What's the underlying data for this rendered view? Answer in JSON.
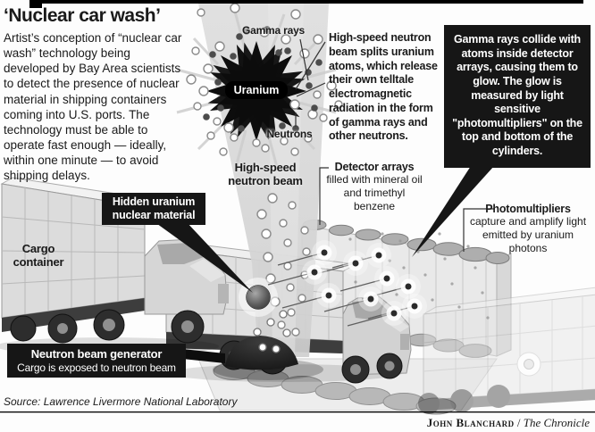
{
  "title": "‘Nuclear car wash’",
  "intro": "Artist’s conception of “nuclear car wash” technology being developed by Bay Area scientists to detect the presence of nuclear material in shipping containers coming into U.S. ports. The technology must be able to operate fast enough — ideally, within one minute — to avoid shipping delays.",
  "diagram": {
    "gamma_rays_label": "Gamma rays",
    "uranium_label": "Uranium",
    "neutrons_label": "Neutrons",
    "beam_label": "High-speed neutron beam",
    "cargo_container_label": "Cargo container",
    "hidden_uranium_label": "Hidden uranium nuclear material"
  },
  "callouts": {
    "beam_splits": "High-speed neutron beam splits uranium atoms, which release their own telltale electromagnetic radiation in the form of gamma rays and other neutrons.",
    "gamma_collide": "Gamma rays collide with atoms inside detector arrays, causing them to glow. The glow is measured by light sensitive \"photomultipliers\" on the top and bottom of the cylinders.",
    "detector_arrays_title": "Detector arrays",
    "detector_arrays_body": "filled with mineral oil and trimethyl benzene",
    "photomultipliers_title": "Photomultipliers",
    "photomultipliers_body": "capture and amplify light emitted by uranium photons",
    "generator_title": "Neutron beam generator",
    "generator_body": "Cargo is exposed to neutron beam"
  },
  "footer": {
    "source": "Source: Lawrence Livermore National Laboratory",
    "credit_name": "John Blanchard",
    "credit_separator": "/",
    "credit_publication": "The Chronicle"
  },
  "colors": {
    "ink": "#1a1a1a",
    "box_bg": "#161616",
    "box_text": "#ffffff",
    "beam": "#d9d9d9",
    "background": "#fdfdfd"
  }
}
